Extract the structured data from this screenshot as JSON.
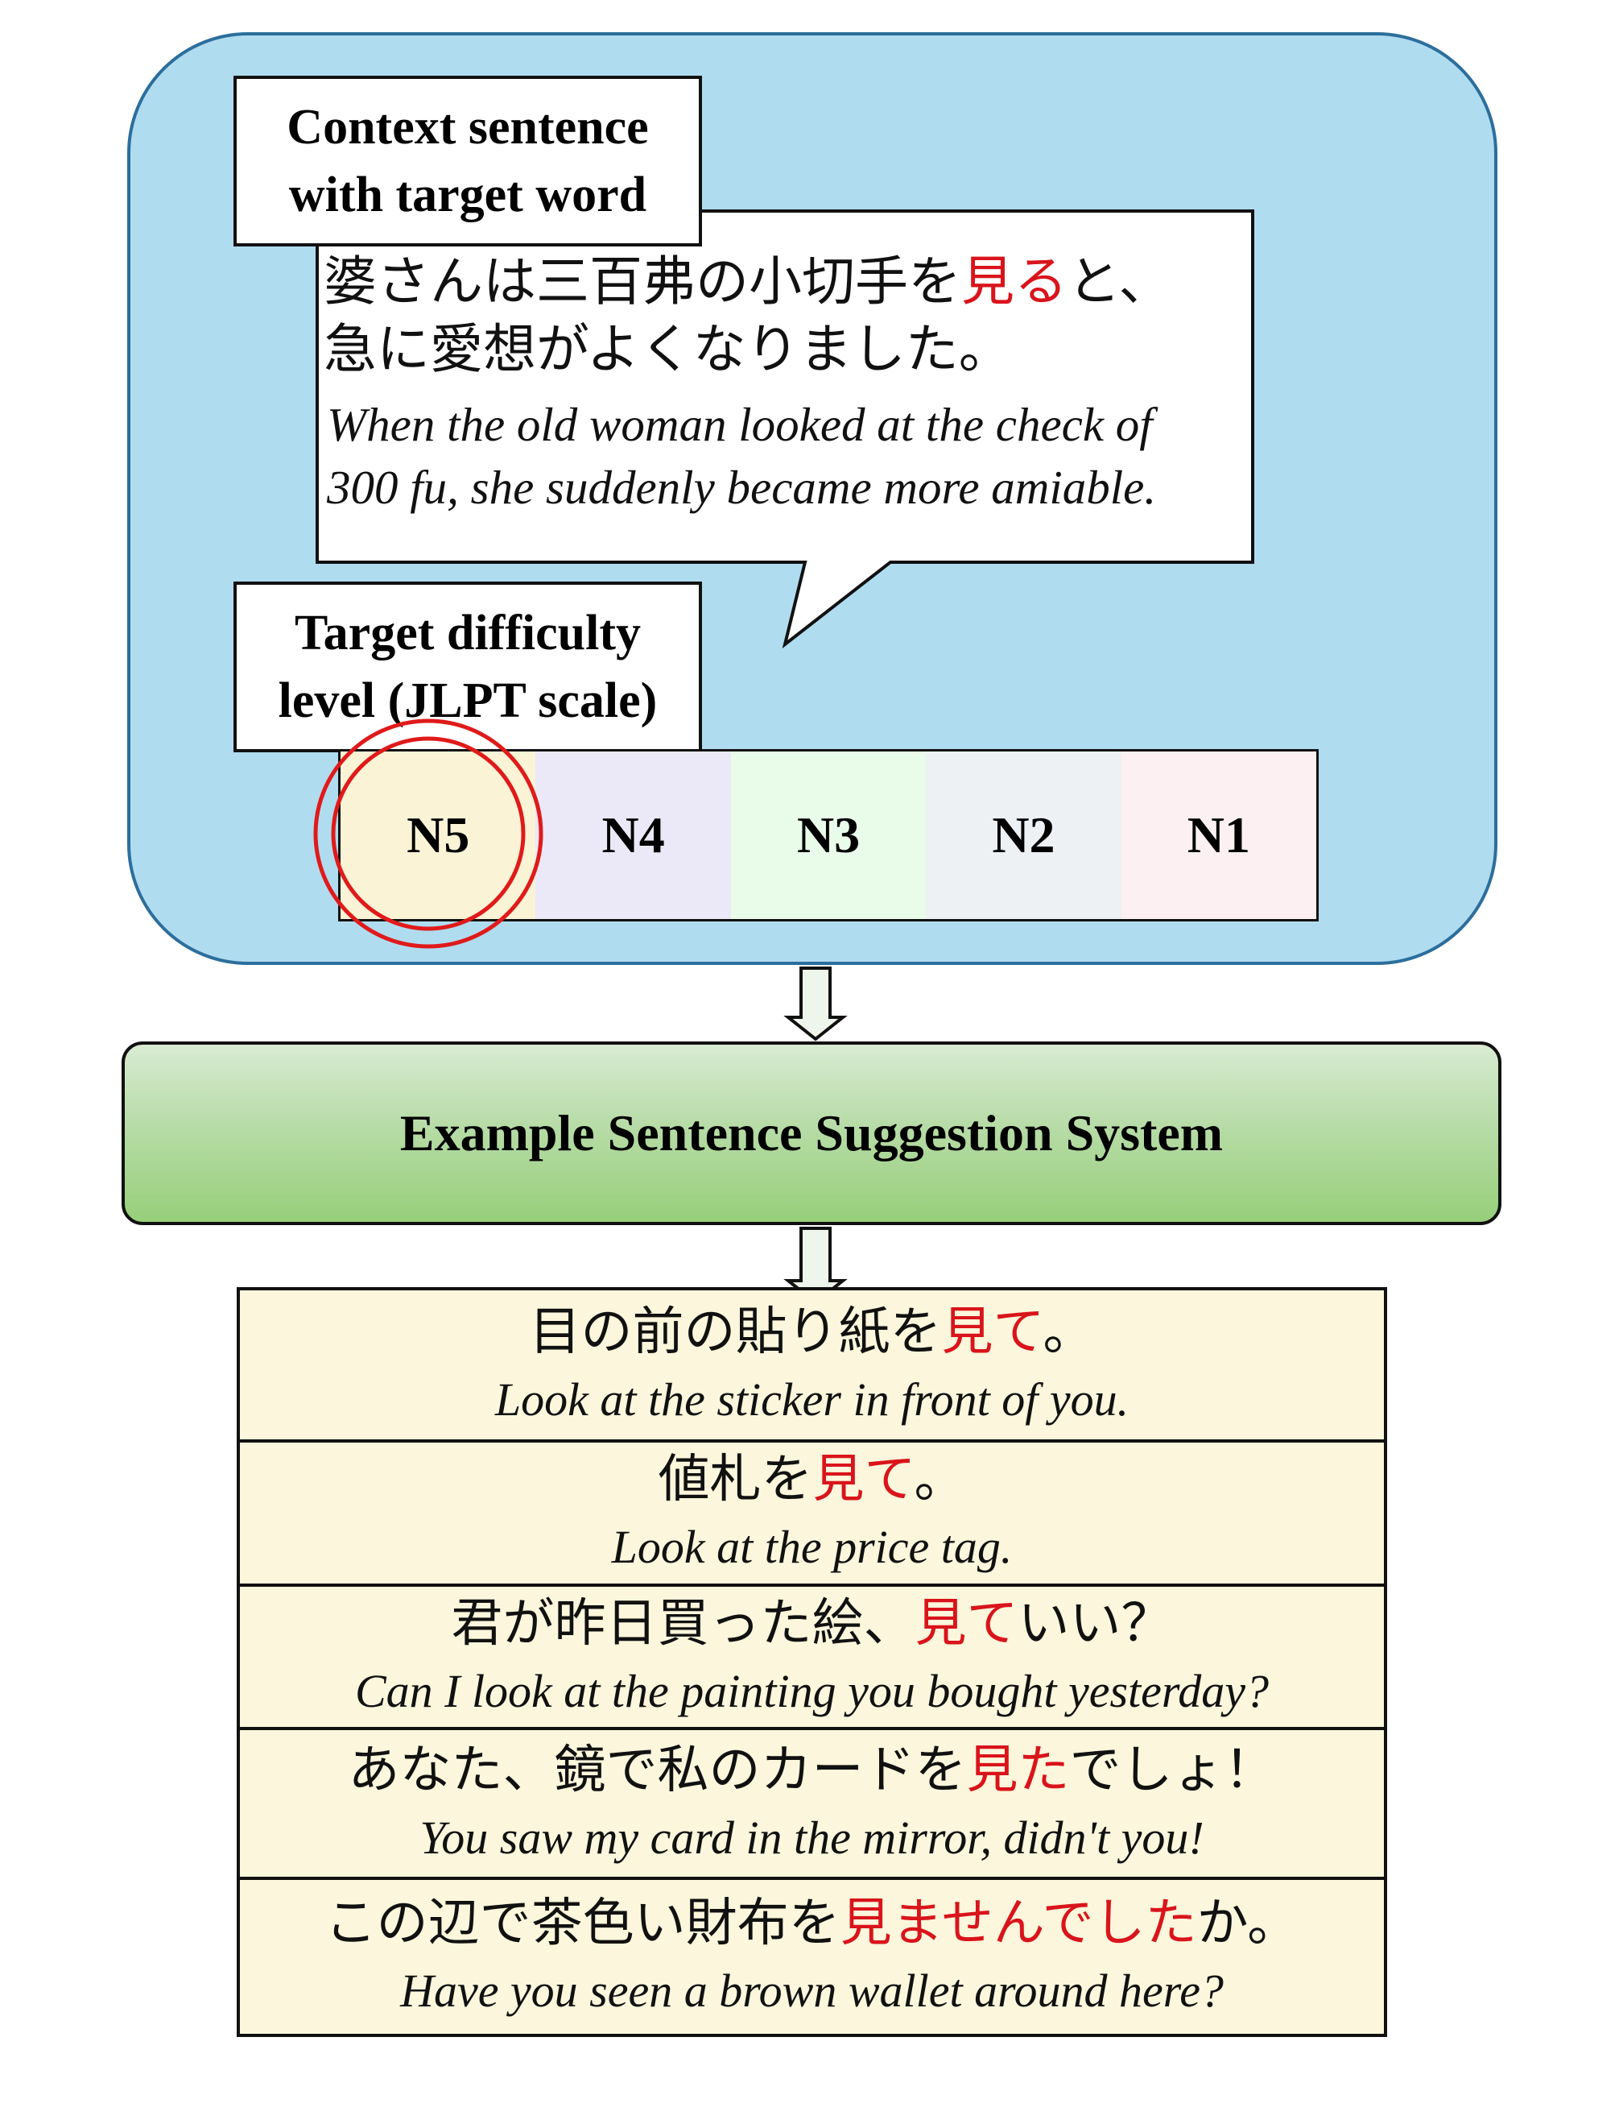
{
  "input_panel": {
    "context_label": "Context sentence with target word",
    "context_label_lines": [
      "Context sentence",
      "with target word"
    ],
    "context_sentence": {
      "jp_line1": {
        "before": "婆さんは三百弗の小切手を",
        "target": "見る",
        "after": "と、"
      },
      "jp_line2": "急に愛想がよくなりました。",
      "en_line1": "When the old woman looked at the check of",
      "en_line2": "300 fu, she suddenly became more amiable."
    },
    "difficulty_label_lines": [
      "Target difficulty",
      "level (JLPT scale)"
    ],
    "jlpt_levels": [
      {
        "label": "N5",
        "color": "#fbf3d6",
        "selected": true
      },
      {
        "label": "N4",
        "color": "#ebe9f7",
        "selected": false
      },
      {
        "label": "N3",
        "color": "#e9fbe9",
        "selected": false
      },
      {
        "label": "N2",
        "color": "#eef1f4",
        "selected": false
      },
      {
        "label": "N1",
        "color": "#fcf0f2",
        "selected": false
      }
    ]
  },
  "system": {
    "label": "Example Sentence Suggestion System"
  },
  "examples": [
    {
      "jp_before": "目の前の貼り紙を",
      "jp_target": "見て",
      "jp_after": "。",
      "en": "Look at the sticker in front of you."
    },
    {
      "jp_before": "値札を",
      "jp_target": "見て",
      "jp_after": "。",
      "en": "Look at the price tag."
    },
    {
      "jp_before": "君が昨日買った絵、",
      "jp_target": "見て",
      "jp_after": "いい？",
      "en": "Can I look at the painting you bought yesterday?"
    },
    {
      "jp_before": "あなた、鏡で私のカードを",
      "jp_target": "見た",
      "jp_after": "でしょ！",
      "en": "You saw my card in the mirror, didn't you!"
    },
    {
      "jp_before": "この辺で茶色い財布を",
      "jp_target": "見ませんでした",
      "jp_after": "か。",
      "en": "Have you seen a brown wallet around here?"
    }
  ],
  "colors": {
    "panel_fill": "#b0dcf0",
    "panel_border": "#2c6e9c",
    "highlight_red": "#d9141b",
    "examples_fill": "#fcf6dc",
    "arrow_fill": "#eef5ea"
  }
}
